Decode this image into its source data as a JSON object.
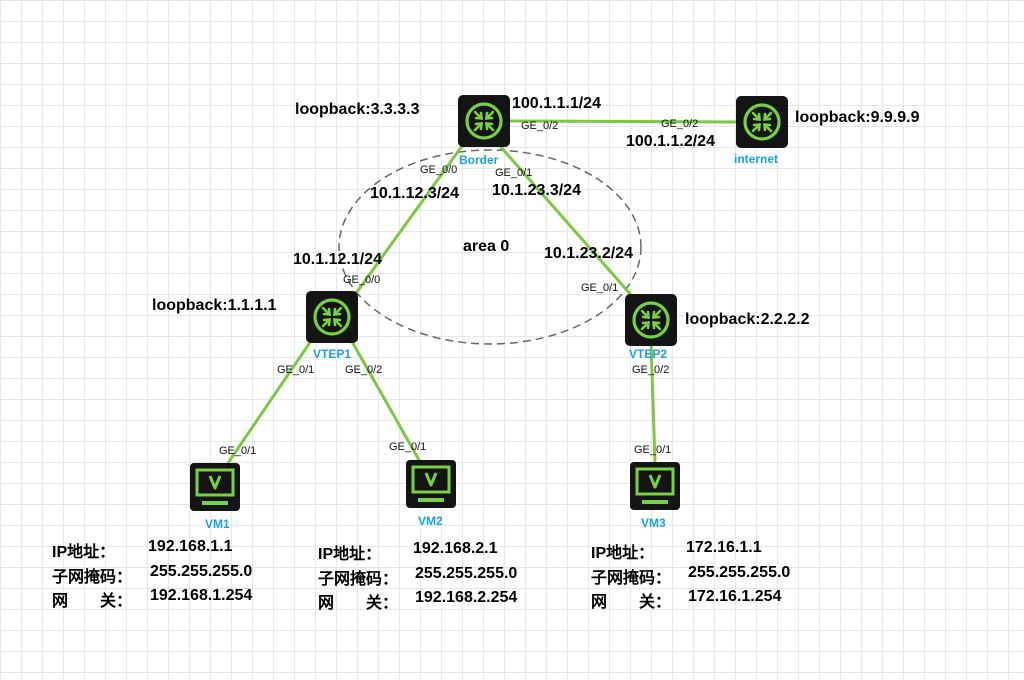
{
  "area_label": "area 0",
  "colors": {
    "link": "#7cc842",
    "device_bg": "#111111",
    "device_accent": "#78d142",
    "name": "#1aa0e6"
  },
  "devices": {
    "border": {
      "name": "Border",
      "icon": "router-icon",
      "loopback": "loopback:3.3.3.3"
    },
    "internet": {
      "name": "internet",
      "icon": "router-icon",
      "loopback": "loopback:9.9.9.9"
    },
    "vtep1": {
      "name": "VTEP1",
      "icon": "switch-icon",
      "loopback": "loopback:1.1.1.1"
    },
    "vtep2": {
      "name": "VTEP2",
      "icon": "switch-icon",
      "loopback": "loopback:2.2.2.2"
    },
    "vm1": {
      "name": "VM1",
      "icon": "monitor-icon"
    },
    "vm2": {
      "name": "VM2",
      "icon": "monitor-icon"
    },
    "vm3": {
      "name": "VM3",
      "icon": "monitor-icon"
    }
  },
  "links": {
    "border_internet": {
      "ip_a": "100.1.1.1/24",
      "port_a": "GE_0/2",
      "ip_b": "100.1.1.2/24",
      "port_b": "GE_0/2"
    },
    "border_vtep1": {
      "ip_a": "10.1.12.3/24",
      "port_a": "GE_0/0",
      "ip_b": "10.1.12.1/24",
      "port_b": "GE_0/0"
    },
    "border_vtep2": {
      "ip_a": "10.1.23.3/24",
      "port_a": "GE_0/1",
      "ip_b": "10.1.23.2/24",
      "port_b": "GE_0/1"
    },
    "vtep1_vm1": {
      "port_a": "GE_0/1",
      "port_b": "GE_0/1"
    },
    "vtep1_vm2": {
      "port_a": "GE_0/2",
      "port_b": "GE_0/1"
    },
    "vtep2_vm3": {
      "port_a": "GE_0/2",
      "port_b": "GE_0/1"
    }
  },
  "hosts": [
    {
      "ip_label": "IP地址：",
      "ip": "192.168.1.1",
      "mask_label": "子网掩码：",
      "mask": "255.255.255.0",
      "gw_label": "网　　关：",
      "gw": "192.168.1.254"
    },
    {
      "ip_label": "IP地址：",
      "ip": "192.168.2.1",
      "mask_label": "子网掩码：",
      "mask": "255.255.255.0",
      "gw_label": "网　　关：",
      "gw": "192.168.2.254"
    },
    {
      "ip_label": "IP地址：",
      "ip": "172.16.1.1",
      "mask_label": "子网掩码：",
      "mask": "255.255.255.0",
      "gw_label": "网　　关：",
      "gw": "172.16.1.254"
    }
  ]
}
